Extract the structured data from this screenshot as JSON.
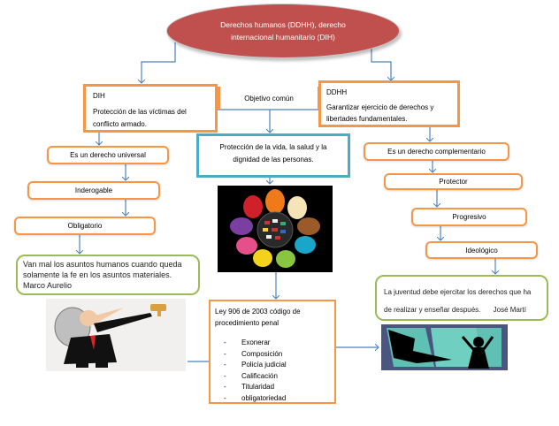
{
  "title": "Derechos humanos (DDHH), derecho internacional humanitario (DIH)",
  "dih": {
    "heading": "DIH",
    "text": "Protección de las víctimas del conflicto armado."
  },
  "ddhh": {
    "heading": "DDHH",
    "text": "Garantizar ejercicio de derechos y libertades fundamentales."
  },
  "objetivo_label": "Objetivo común",
  "objetivo_text": "Protección de la vida, la salud y la dignidad de las personas.",
  "left_chain": [
    "Es un derecho universal",
    "Inderogable",
    "Obligatorio"
  ],
  "right_chain": [
    "Es un derecho complementario",
    "Protector",
    "Progresivo",
    "Ideológico"
  ],
  "quote_left": {
    "text": "Van mal los asuntos humanos cuando queda solamente la fe en los asuntos materiales.",
    "author": "Marco Aurelio"
  },
  "quote_right": {
    "text": "La juventud debe ejercitar los derechos que ha de realizar y enseñar después.",
    "author": "José Martí"
  },
  "law": {
    "heading": "Ley 906 de 2003 código de procedimiento penal",
    "items": [
      "Exonerar",
      "Composición",
      "Policía judicial",
      "Calificación",
      "Titularidad",
      "obligatoriedad"
    ]
  },
  "images": {
    "center": "colorful-hands-globe",
    "left": "judge-cartoon",
    "right": "silhouette-illustration"
  },
  "colors": {
    "ellipse": "#c0504d",
    "orange": "#f79646",
    "teal": "#4bacc6",
    "green": "#9bbb59",
    "connector": "#4f81bd"
  }
}
